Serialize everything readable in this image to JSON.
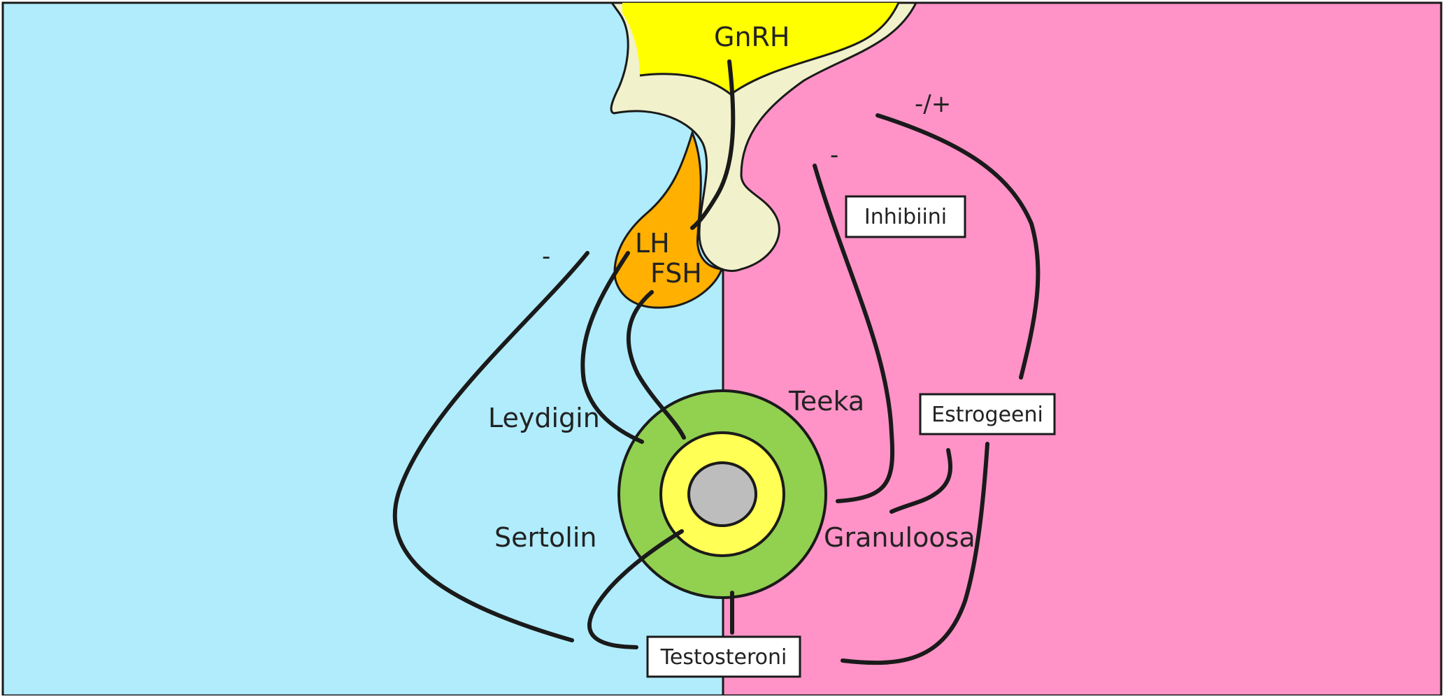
{
  "colors": {
    "left_panel": "#B0ECFC",
    "right_panel": "#FF93C7",
    "hypothalamus": "#FFFF00",
    "pituitary_stalk": "#F1F1CB",
    "anterior_pituitary": "#FFB000",
    "theca_ring": "#92D050",
    "granulosa_ring": "#FFFF55",
    "oocyte": "#BDBDBD",
    "arrow": "#1A1A1A"
  },
  "labels": {
    "gnrh": "GnRH",
    "lh": "LH",
    "fsh": "FSH",
    "leydig": "Leydigin",
    "sertoli": "Sertolin",
    "theca": "Teeka",
    "granulosa": "Granuloosa",
    "minus_left": "-",
    "minus_right": "-",
    "minus_plus": "-/+"
  },
  "boxes": {
    "inhibin": "Inhibiini",
    "estrogen": "Estrogeeni",
    "testosterone": "Testosteroni"
  }
}
